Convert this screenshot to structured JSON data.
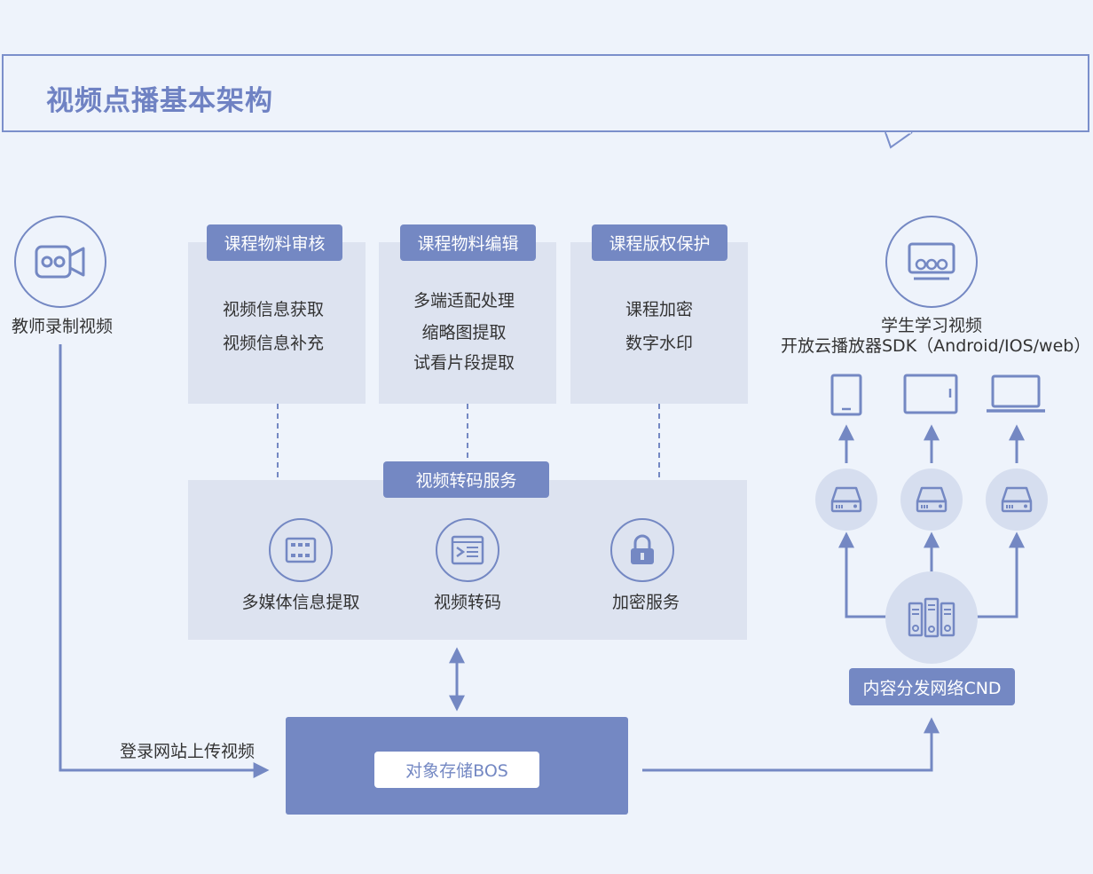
{
  "header": {
    "title": "视频点播基本架构"
  },
  "teacher": {
    "label": "教师录制视频",
    "upload_label": "登录网站上传视频"
  },
  "modules": [
    {
      "tag": "课程物料审核",
      "lines": [
        "视频信息获取",
        "视频信息补充"
      ]
    },
    {
      "tag": "课程物料编辑",
      "lines": [
        "多端适配处理",
        "缩略图提取",
        "试看片段提取"
      ]
    },
    {
      "tag": "课程版权保护",
      "lines": [
        "课程加密",
        "数字水印"
      ]
    }
  ],
  "transcode": {
    "tag": "视频转码服务",
    "items": [
      "多媒体信息提取",
      "视频转码",
      "加密服务"
    ]
  },
  "storage": {
    "label": "对象存储BOS"
  },
  "student": {
    "line1": "学生学习视频",
    "line2": "开放云播放器SDK（Android/IOS/web）"
  },
  "cdn": {
    "label": "内容分发网络CND"
  },
  "colors": {
    "accent": "#7488c3",
    "panel": "#dde3f0",
    "background": "#eef3fb"
  }
}
